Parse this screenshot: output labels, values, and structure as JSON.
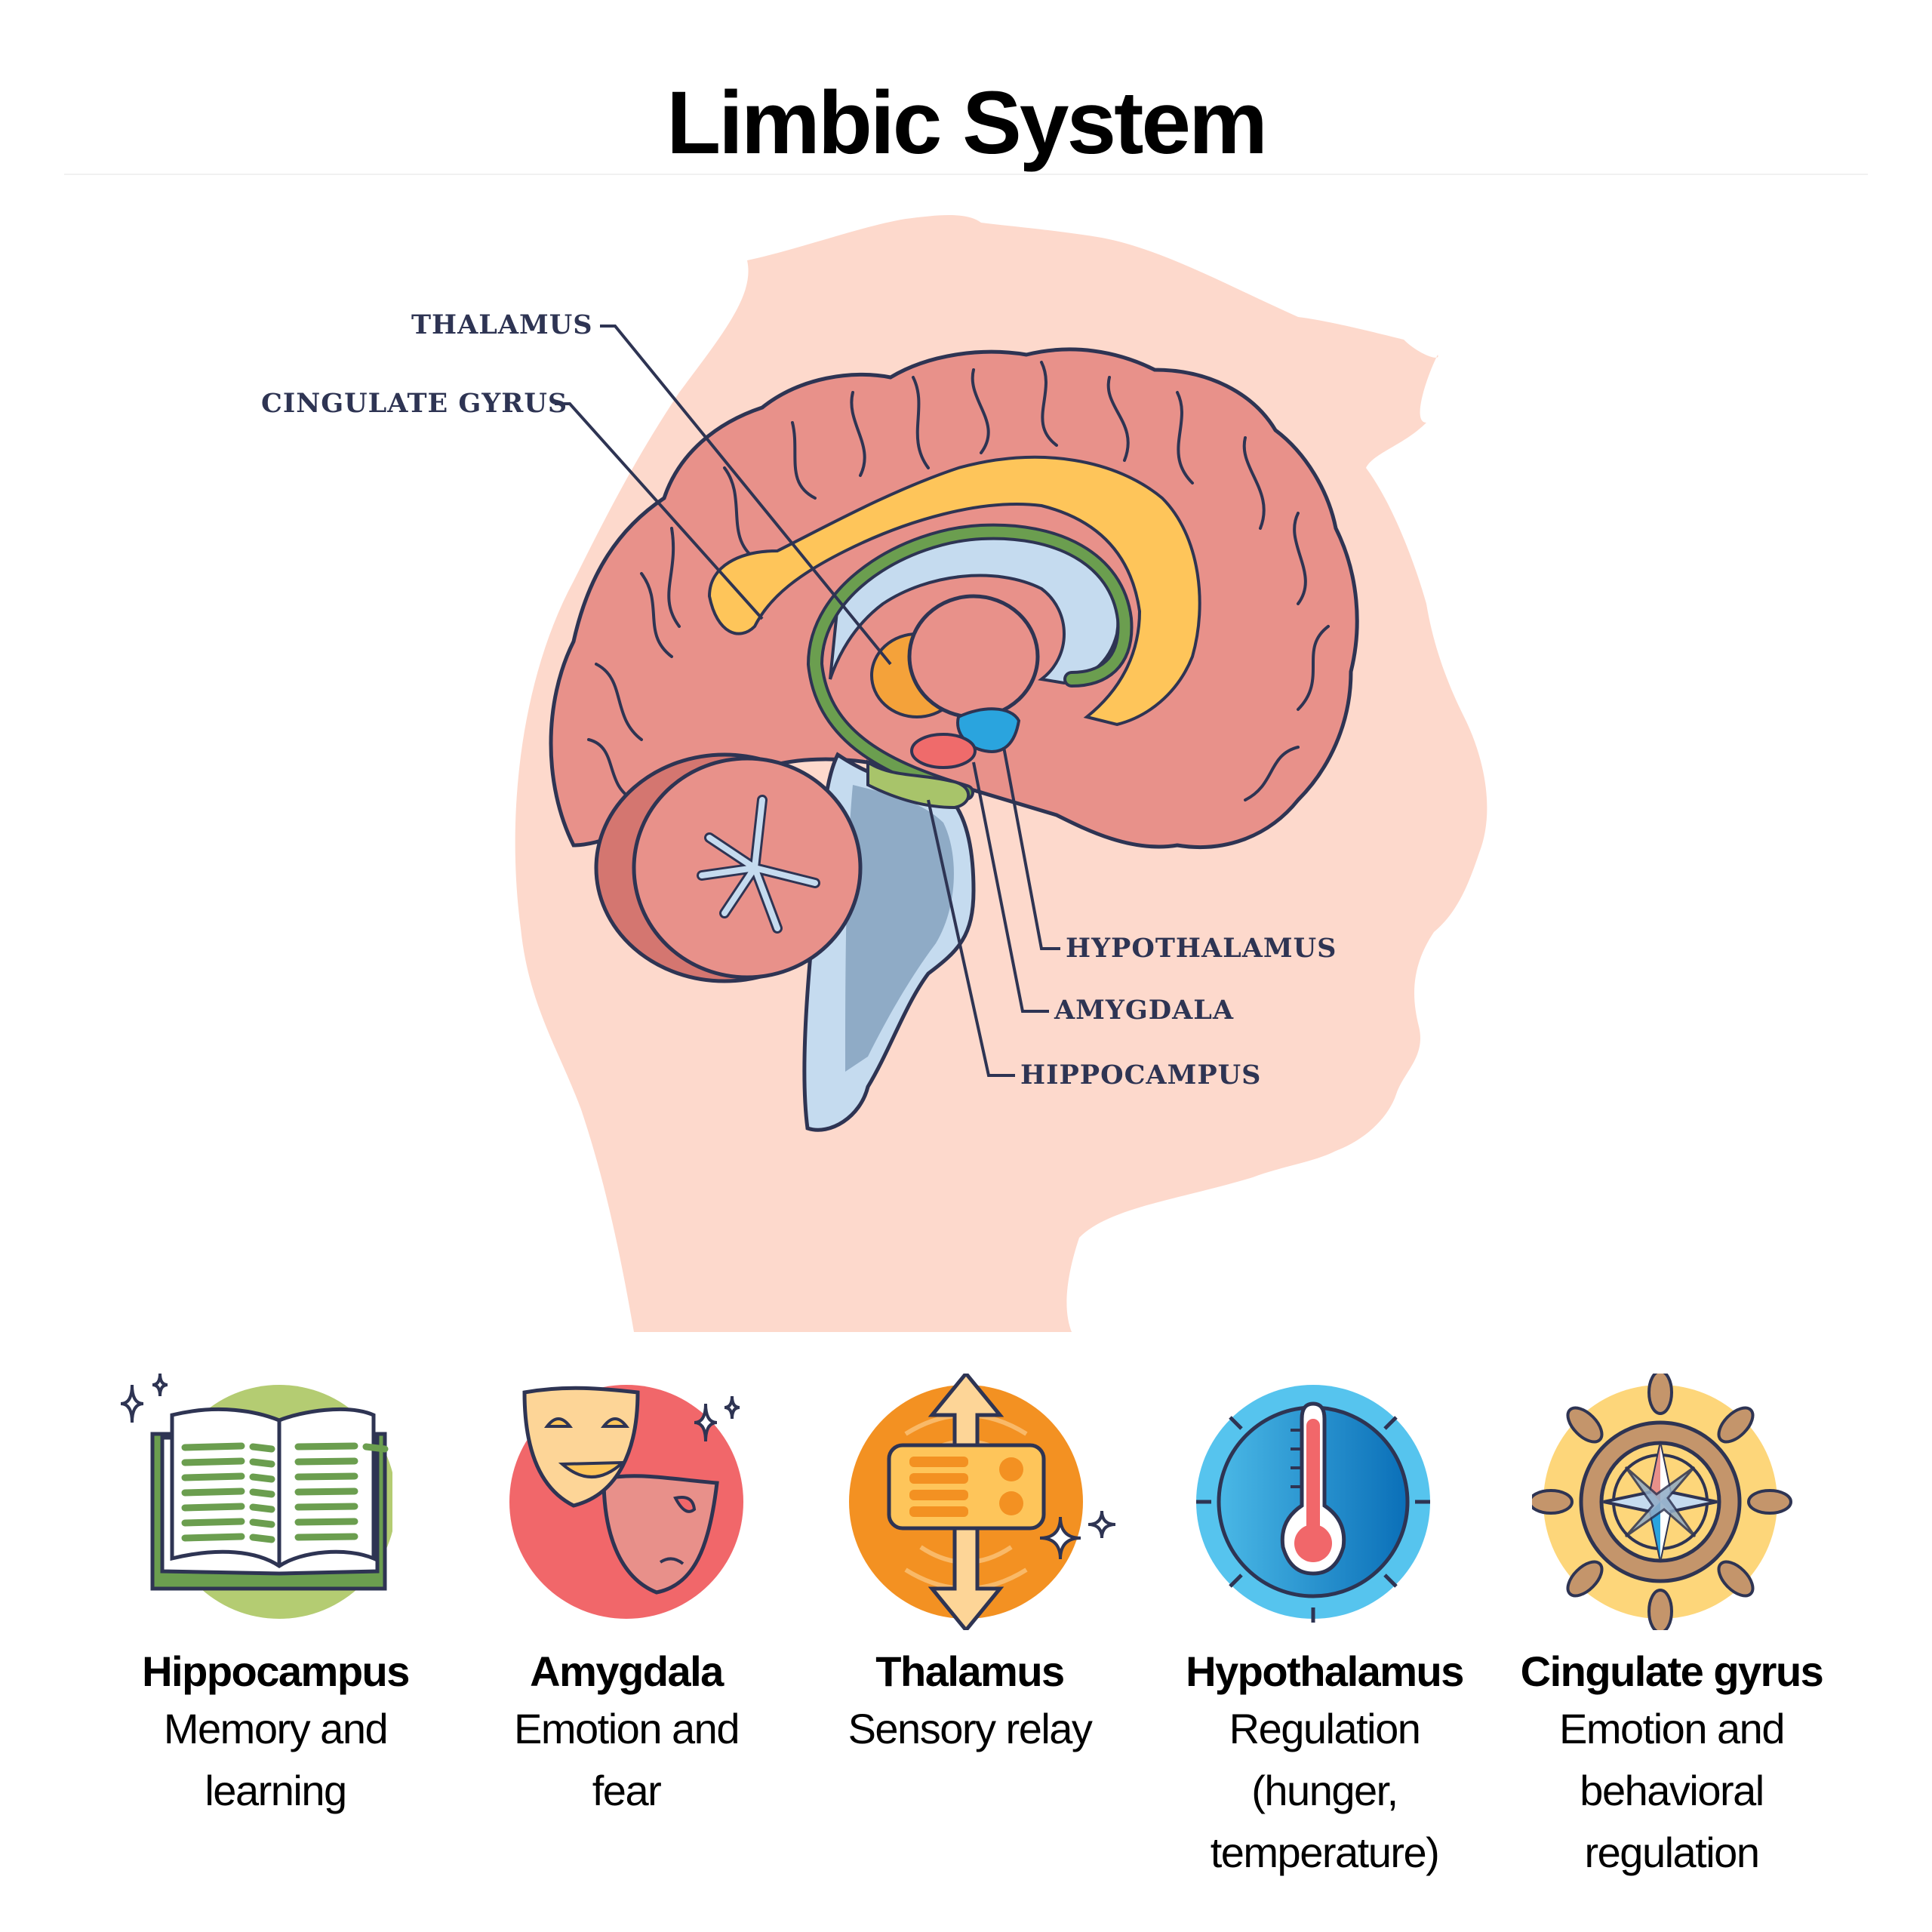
{
  "title": "Limbic System",
  "diagram": {
    "subject": "Sagittal cross-section of the human brain inside a head silhouette",
    "callouts": [
      {
        "id": "thalamus",
        "label": "THALAMUS"
      },
      {
        "id": "cingulate-gyrus",
        "label": "CINGULATE GYRUS"
      },
      {
        "id": "hypothalamus",
        "label": "HYPOTHALAMUS"
      },
      {
        "id": "amygdala",
        "label": "AMYGDALA"
      },
      {
        "id": "hippocampus",
        "label": "HIPPOCAMPUS"
      }
    ],
    "colors": {
      "head": "#fdd9cc",
      "cortex": "#e8918a",
      "cortex_dark": "#d47670",
      "cingulate": "#fec55a",
      "fornix": "#6b9e4f",
      "ventricle": "#c5dbef",
      "thalamus": "#e8918a",
      "thalamus_orange": "#f4a23a",
      "hypothalamus_blue": "#2aa4de",
      "amygdala": "#ef6b6b",
      "hippocampus": "#a8c46a",
      "brainstem": "#8fabc6",
      "outline": "#2e3453",
      "label_text": "#2e3453"
    }
  },
  "cards": [
    {
      "icon": "open-book-icon",
      "title": "Hippocampus",
      "description": "Memory and\nlearning",
      "circle_color": "#b4cc72"
    },
    {
      "icon": "theater-masks-icon",
      "title": "Amygdala",
      "description": "Emotion and\nfear",
      "circle_color": "#f1676a"
    },
    {
      "icon": "relay-arrows-icon",
      "title": "Thalamus",
      "description": "Sensory relay",
      "circle_color": "#f39122"
    },
    {
      "icon": "thermometer-icon",
      "title": "Hypothalamus",
      "description": "Regulation\n(hunger,\ntemperature)",
      "circle_color": "#56c4ee"
    },
    {
      "icon": "ship-wheel-compass-icon",
      "title": "Cingulate gyrus",
      "description": "Emotion and\nbehavioral\nregulation",
      "circle_color": "#fdd67a"
    }
  ]
}
